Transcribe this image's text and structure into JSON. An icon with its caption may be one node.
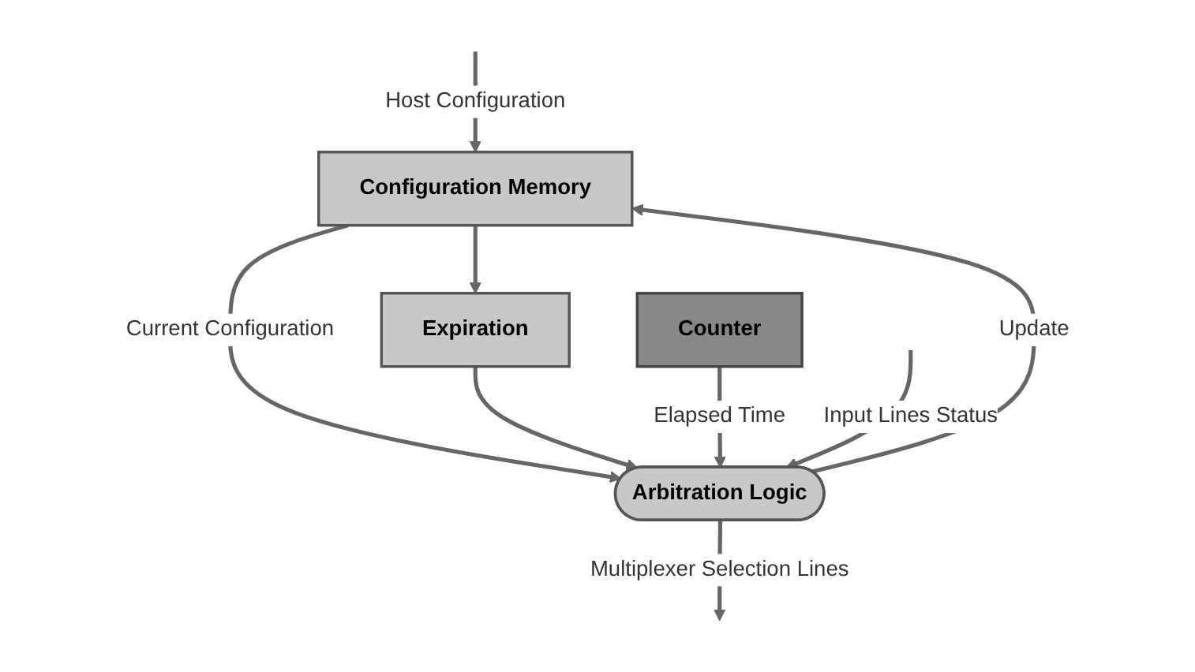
{
  "diagram": {
    "nodes": [
      {
        "text": [
          "Configuration Memory"
        ]
      },
      {
        "text": [
          "Expiration"
        ]
      },
      {
        "text": [
          "Counter"
        ]
      },
      {
        "text": [
          "Arbitration Logic"
        ]
      }
    ],
    "edges": [
      {
        "from": null,
        "to": 0,
        "arrow": "to",
        "label": "Host Configuration"
      },
      {
        "from": 0,
        "to": 1,
        "arrow": "to"
      },
      {
        "from": 3,
        "to": 0,
        "arrow": "to",
        "label": "Update"
      },
      {
        "from": 0,
        "to": 3,
        "arrow": "to",
        "label": "Current Configuration"
      },
      {
        "from": 1,
        "to": 3,
        "arrow": "to"
      },
      {
        "from": 2,
        "to": 3,
        "arrow": "to",
        "label": "Elapsed Time"
      },
      {
        "from": null,
        "to": 3,
        "arrow": "to",
        "label": "Input Lines Status"
      },
      {
        "from": 3,
        "to": null,
        "arrow": "to",
        "label": "Multiplexer Selection Lines"
      }
    ]
  }
}
